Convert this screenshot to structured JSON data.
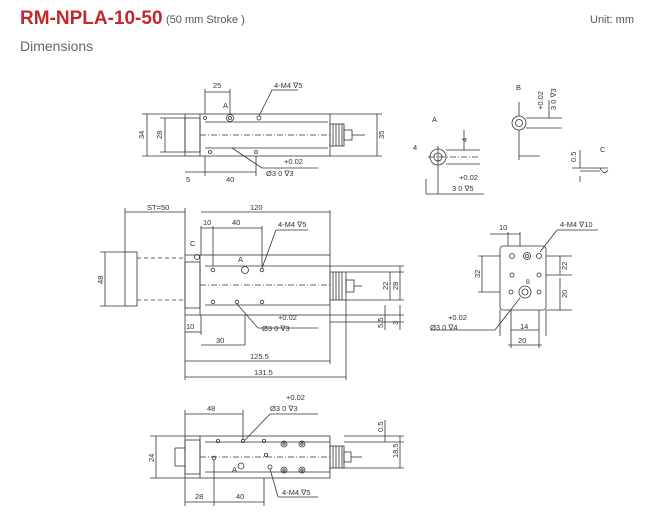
{
  "header": {
    "model": "RM-NPLA-10-50",
    "stroke": "(50 mm Stroke )",
    "unit": "Unit: mm",
    "section": "Dimensions"
  },
  "top_view": {
    "d25": "25",
    "tap": "4-M4 ∇5",
    "markA": "A",
    "d34": "34",
    "d28": "28",
    "d35": "35",
    "d5": "5",
    "d40": "40",
    "tol": "+0.02",
    "hole": "Ø3  0  ∇3"
  },
  "detail_a": {
    "label": "A",
    "d4a": "4",
    "d4b": "4",
    "tol": "+0.02",
    "hole": "3  0  ∇5"
  },
  "detail_b": {
    "label": "B",
    "tol": "+0.02",
    "hole": "3  0  ∇3"
  },
  "detail_c": {
    "label": "C",
    "d05": "0.5"
  },
  "front_view": {
    "st": "ST=50",
    "d120": "120",
    "d10": "10",
    "d40": "40",
    "tap": "4-M4 ∇5",
    "markC": "C",
    "markA": "A",
    "d48": "48",
    "d22": "22",
    "d28": "28",
    "d55": "5.5",
    "d3": "3",
    "d10b": "10",
    "tol": "+0.02",
    "hole": "Ø3  0  ∇3",
    "d30": "30",
    "d1255": "125.5",
    "d1315": "131.5"
  },
  "end_view": {
    "d10": "10",
    "tap": "4-M4 ∇10",
    "d32": "32",
    "d22": "22",
    "d20v": "20",
    "markB": "B",
    "tol": "+0.02",
    "hole": "Ø3  0  ∇4",
    "d14": "14",
    "d20h": "20"
  },
  "bottom_view": {
    "d48": "48",
    "tol": "+0.02",
    "hole": "Ø3  0  ∇3",
    "d05": "0.5",
    "d24": "24",
    "d185": "18.5",
    "markA": "A",
    "d28": "28",
    "d40": "40",
    "tap": "4-M4 ∇5"
  }
}
